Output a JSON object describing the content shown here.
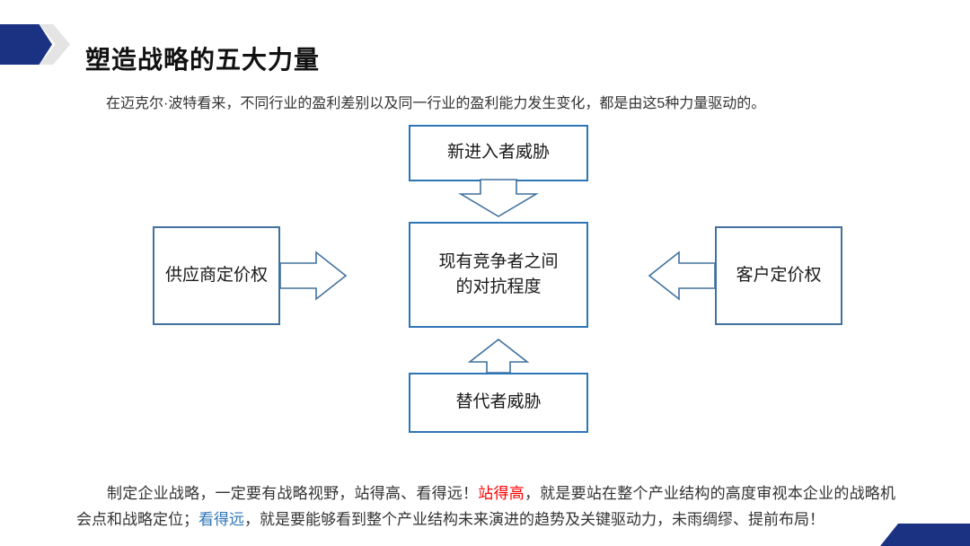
{
  "slide": {
    "title": "塑造战略的五大力量",
    "intro": "在迈克尔·波特看来，不同行业的盈利差别以及同一行业的盈利能力发生变化，都是由这5种力量驱动的。"
  },
  "diagram": {
    "boxes": {
      "top": {
        "label": "新进入者威胁"
      },
      "left": {
        "label": "供应商定价权"
      },
      "center": {
        "label": "现有竞争者之间\n的对抗程度"
      },
      "right": {
        "label": "客户定价权"
      },
      "bottom": {
        "label": "替代者威胁"
      }
    },
    "arrows": [
      {
        "name": "arrow-top-down",
        "direction": "down"
      },
      {
        "name": "arrow-left-right",
        "direction": "right"
      },
      {
        "name": "arrow-right-left",
        "direction": "left"
      },
      {
        "name": "arrow-bottom-up",
        "direction": "up"
      }
    ]
  },
  "footer": {
    "segments": [
      {
        "text": "制定企业战略，一定要有战略视野，站得高、看得远！",
        "color": "#333333"
      },
      {
        "text": "站得高",
        "color": "#fe0000"
      },
      {
        "text": "，就是要站在整个产业结构的高度审视本企业的战略机会点和战略定位；",
        "color": "#333333"
      },
      {
        "text": "看得远",
        "color": "#2e75b6"
      },
      {
        "text": "，就是要能够看到整个产业结构未来演进的趋势及关键驱动力，未雨绸缪、提前布局！",
        "color": "#333333"
      }
    ]
  },
  "colors": {
    "accent_navy": "#1b3282",
    "box_border_blue": "#2e75b6",
    "box_border_gray": "#41719c",
    "highlight_red": "#fe0000",
    "highlight_blue": "#2e75b6",
    "chevron_gray": "#e4e4e4"
  }
}
